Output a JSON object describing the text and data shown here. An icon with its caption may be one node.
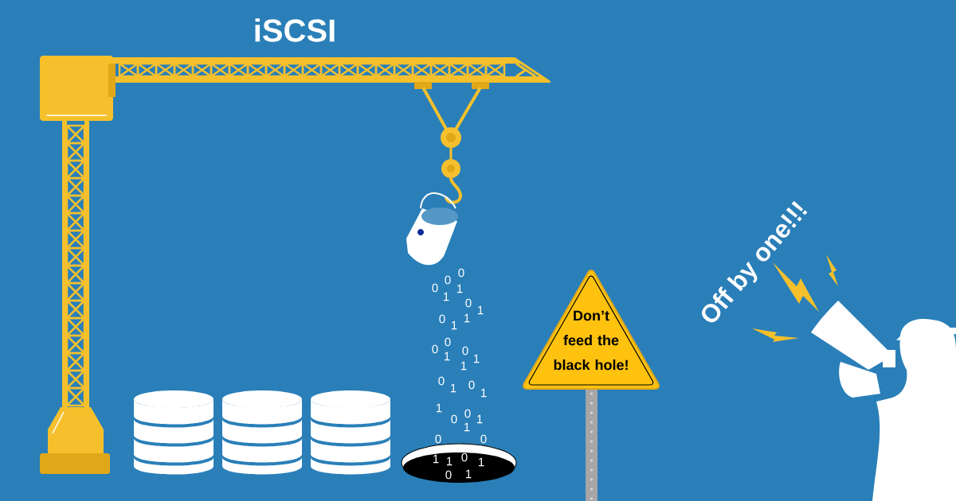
{
  "diagram": {
    "title": "iSCSI",
    "nodes": [
      {
        "text": [
          "Don’t feed the black hole!"
        ]
      }
    ],
    "labels": [
      "Off by one!!!",
      "0",
      "0",
      "0",
      "1",
      "1",
      "0",
      "1",
      "0",
      "1",
      "1",
      "0",
      "0",
      "1",
      "0",
      "1",
      "1",
      "0",
      "1",
      "0",
      "1",
      "1",
      "0",
      "0",
      "1",
      "1",
      "0",
      "0",
      "1",
      "1",
      "0",
      "1",
      "0",
      "1"
    ]
  }
}
